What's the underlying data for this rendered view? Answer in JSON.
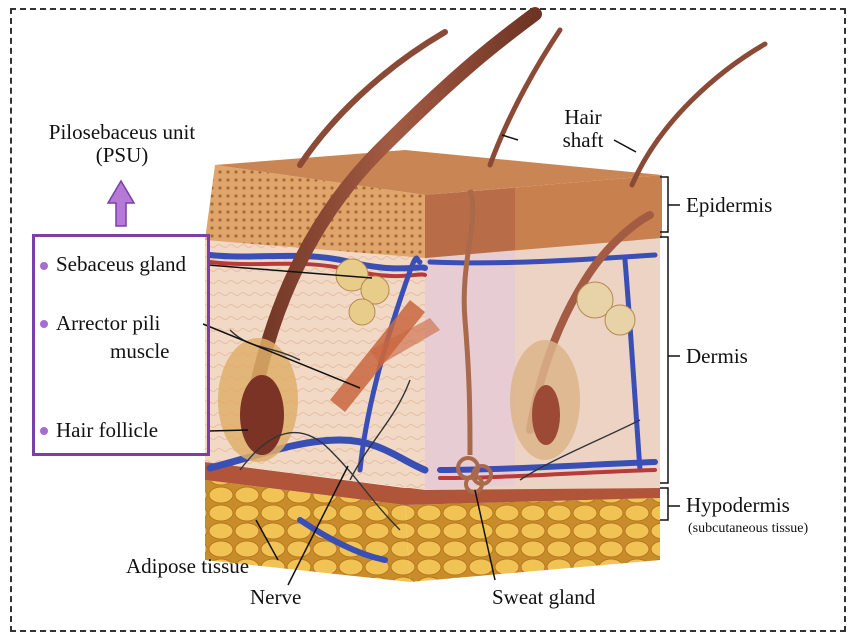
{
  "labels": {
    "psu_line1": "Pilosebaceus unit",
    "psu_line2": "(PSU)",
    "hair_line1": "Hair",
    "hair_line2": "shaft",
    "epidermis": "Epidermis",
    "dermis": "Dermis",
    "hypodermis": "Hypodermis",
    "subcutaneous": "(subcutaneous tissue)",
    "sebaceous": "Sebaceus gland",
    "arrector_line1": "Arrector pili",
    "arrector_line2": "muscle",
    "follicle": "Hair follicle",
    "adipose": "Adipose tissue",
    "nerve": "Nerve",
    "sweat": "Sweat gland"
  },
  "colors": {
    "psu_accent": "#7b3fa8",
    "psu_arrow": "#b47ad6",
    "epidermis": "#d49a5c",
    "dermis": "#f3d6c2",
    "hypodermis_fat": "#e8b84a",
    "vein": "#3a4fb5",
    "artery": "#b83a3a",
    "hair": "#8a4a35"
  }
}
